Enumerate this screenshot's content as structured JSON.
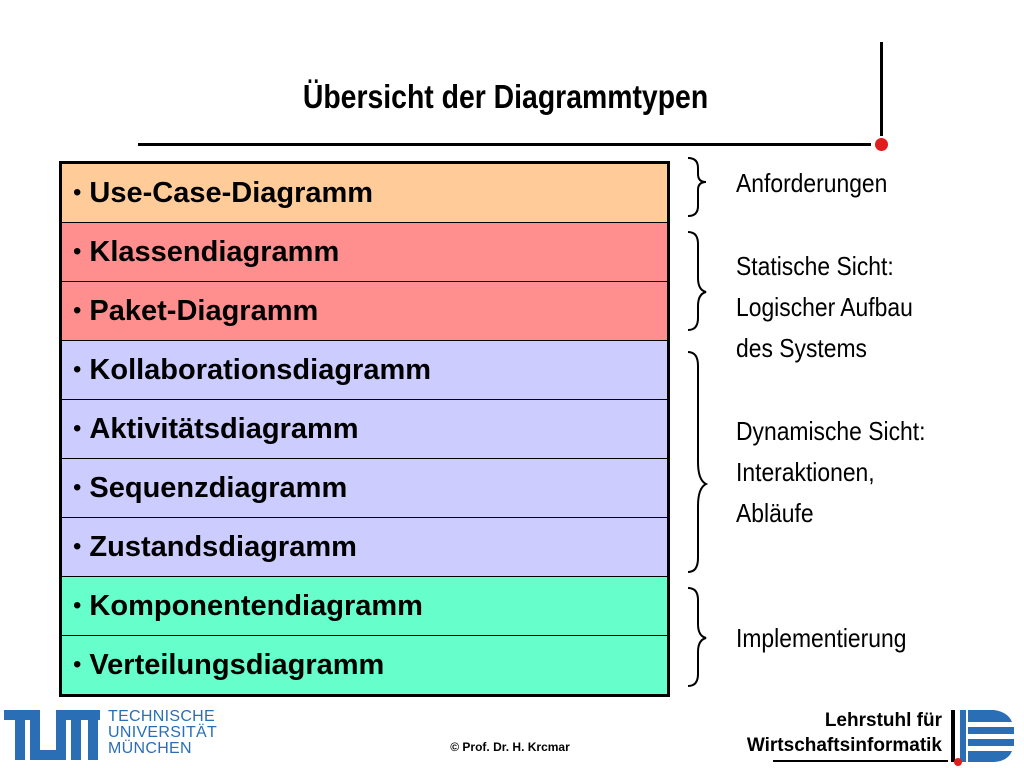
{
  "title": "Übersicht der Diagrammtypen",
  "bullet": "•",
  "rows": [
    {
      "label": "Use-Case-Diagramm",
      "color": "#ffcc99"
    },
    {
      "label": "Klassendiagramm",
      "color": "#ff8f8f"
    },
    {
      "label": "Paket-Diagramm",
      "color": "#ff8f8f"
    },
    {
      "label": "Kollaborationsdiagramm",
      "color": "#ccccff"
    },
    {
      "label": "Aktivitätsdiagramm",
      "color": "#ccccff"
    },
    {
      "label": "Sequenzdiagramm",
      "color": "#ccccff"
    },
    {
      "label": "Zustandsdiagramm",
      "color": "#ccccff"
    },
    {
      "label": "Komponentendiagramm",
      "color": "#66ffcc"
    },
    {
      "label": "Verteilungsdiagramm",
      "color": "#66ffcc"
    }
  ],
  "annotations": {
    "anforderungen": [
      "Anforderungen"
    ],
    "statisch": [
      "Statische Sicht:",
      "Logischer Aufbau",
      "des Systems"
    ],
    "dynamisch": [
      "Dynamische Sicht:",
      "Interaktionen,",
      "Abläufe"
    ],
    "implementierung": [
      "Implementierung"
    ]
  },
  "footer": {
    "tum_lines": [
      "TECHNISCHE",
      "UNIVERSITÄT",
      "MÜNCHEN"
    ],
    "copyright": "© Prof. Dr. H. Krcmar",
    "chair_lines": [
      "Lehrstuhl für",
      "Wirtschaftsinformatik"
    ]
  },
  "colors": {
    "accent_red": "#e01e1e",
    "tum_blue": "#2a6fb5"
  }
}
